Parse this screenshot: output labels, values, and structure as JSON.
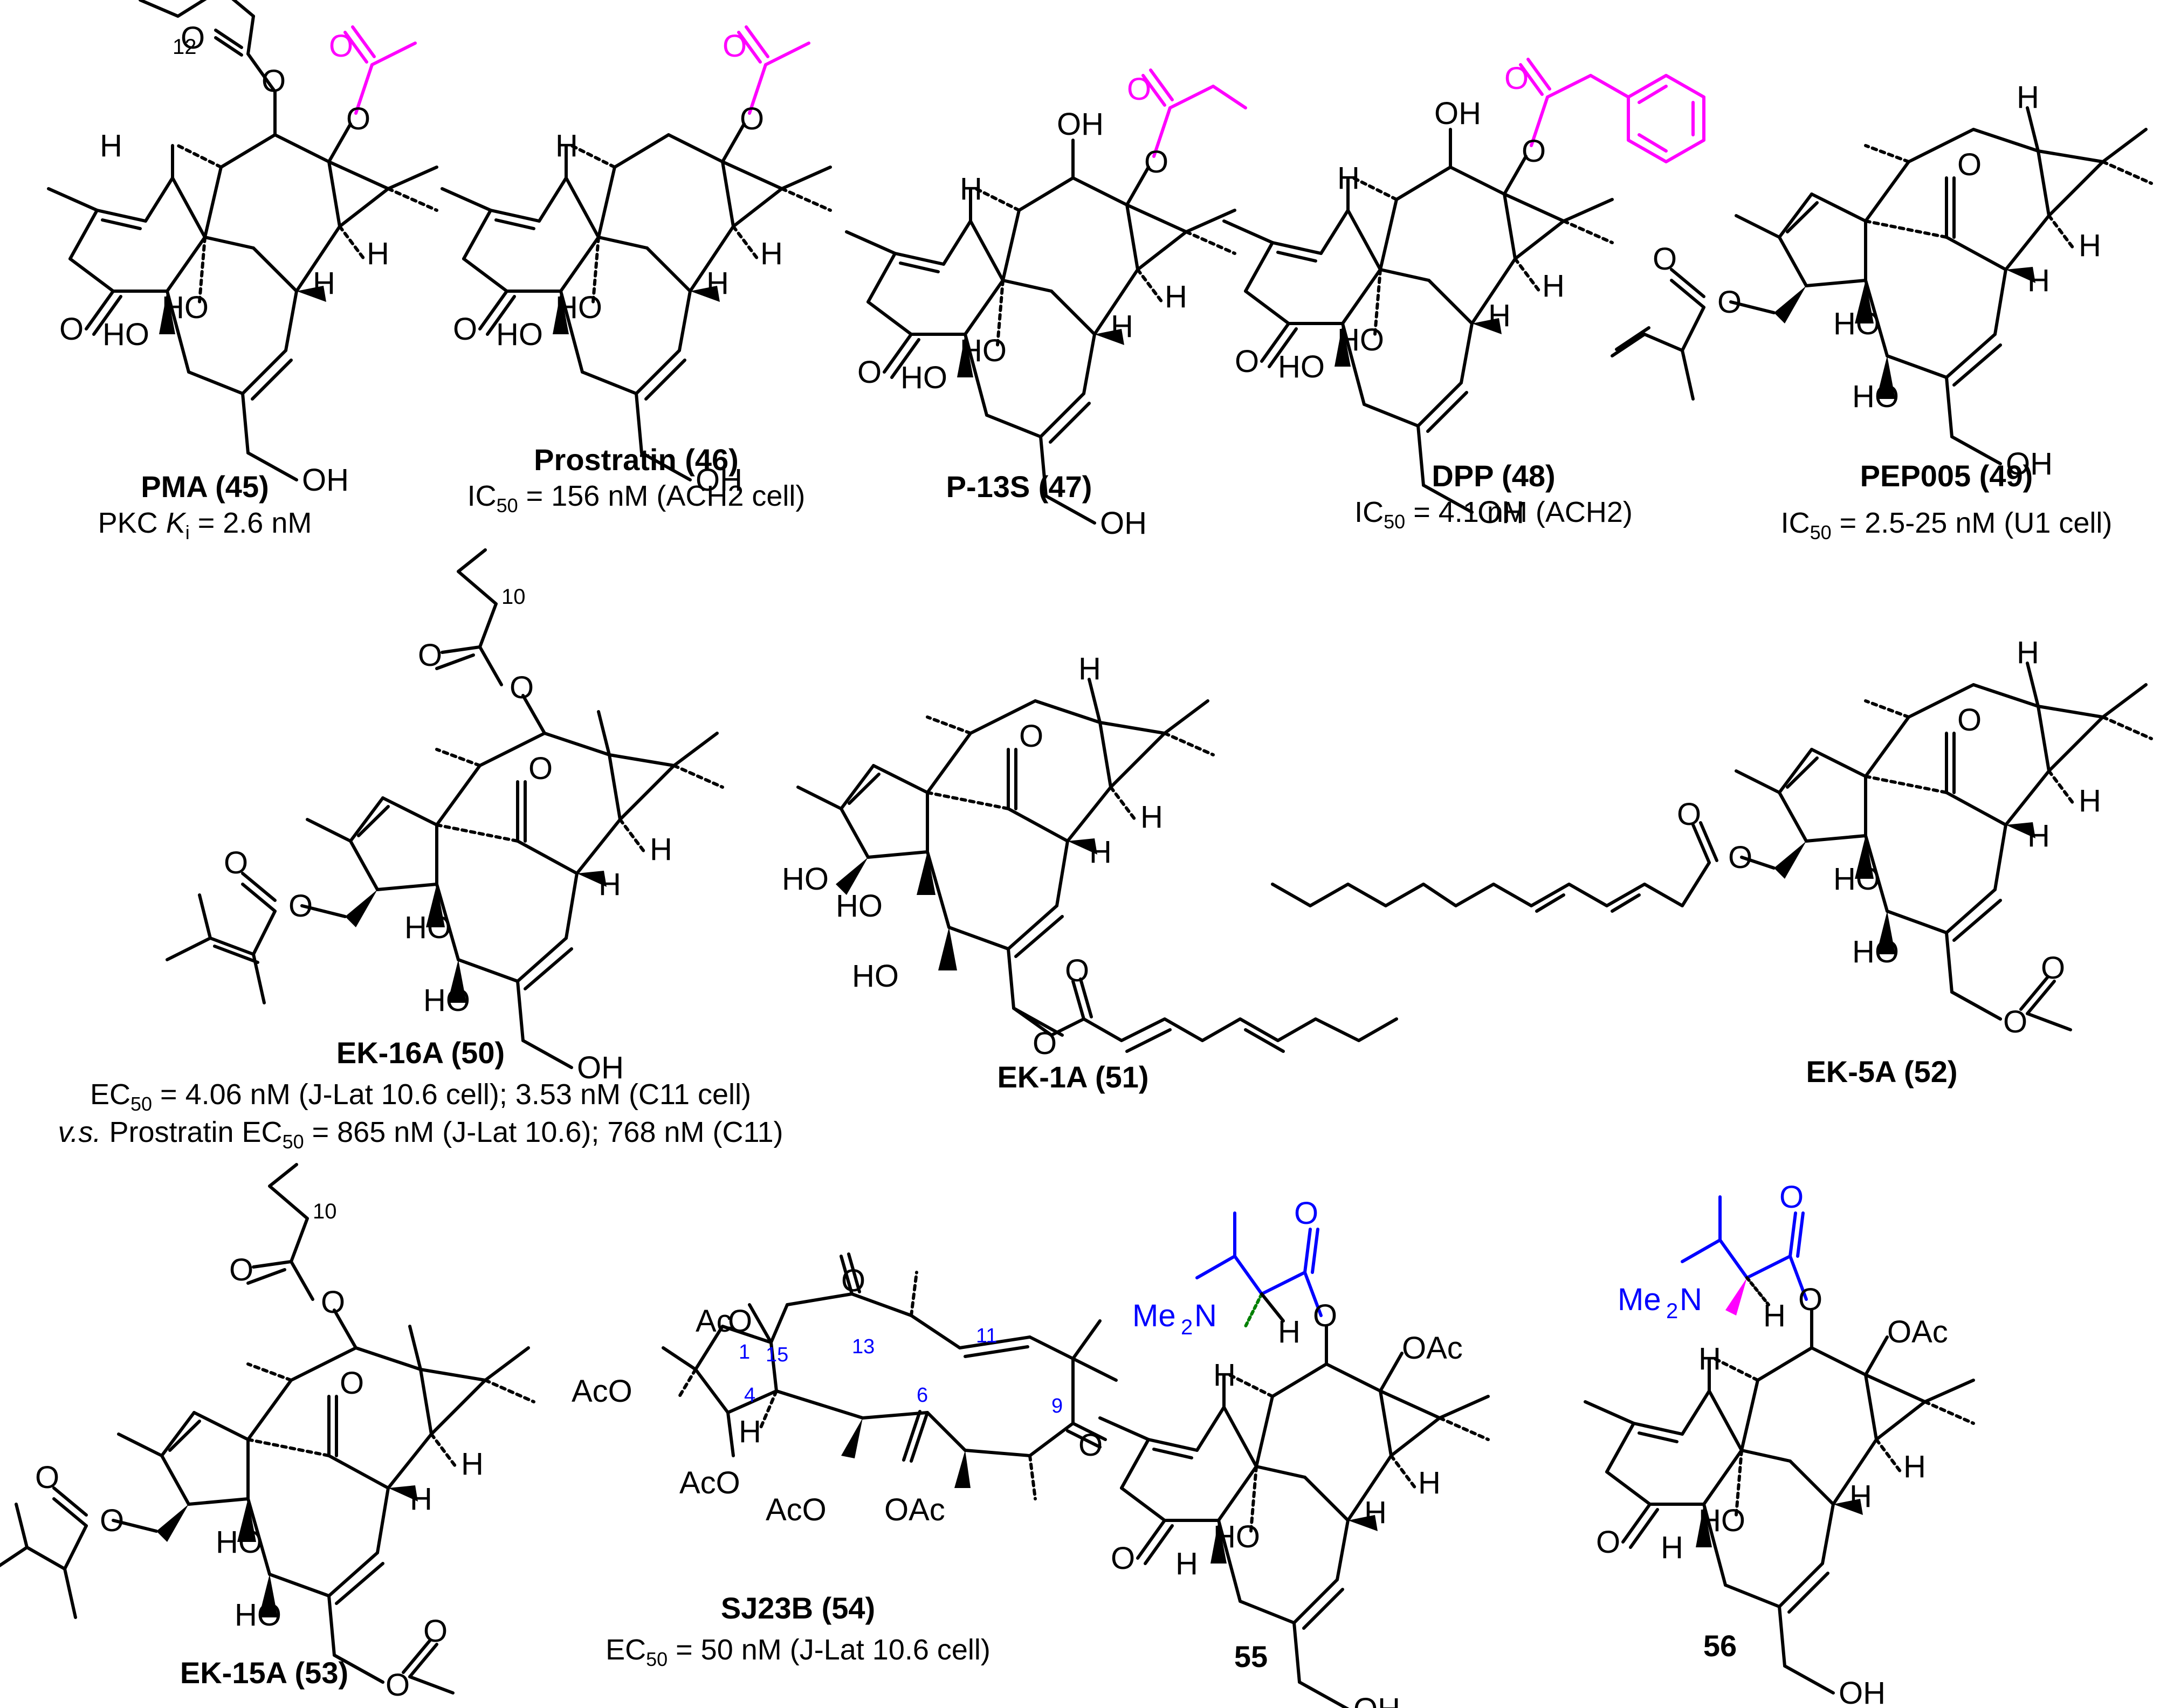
{
  "colors": {
    "ink": "#000000",
    "highlight_magenta": "#ff00ff",
    "highlight_blue": "#0000ff",
    "stereo_green": "#008000"
  },
  "atoms": {
    "O": "O",
    "H": "H",
    "HO": "HO",
    "OH": "OH",
    "OAc": "OAc",
    "AcO": "AcO",
    "Ac": "Ac",
    "Me": "Me",
    "N": "N",
    "sub_12": "12",
    "sub_10": "10",
    "sub_2": "2"
  },
  "locants": {
    "c1": "1",
    "c4": "4",
    "c6": "6",
    "c9": "9",
    "c11": "11",
    "c13": "13",
    "c15": "15"
  },
  "compounds": [
    {
      "name": "PMA (45)",
      "act_pre": "PKC ",
      "act_italic": "K",
      "act_sub": "i",
      "act_post": " = 2.6 nM"
    },
    {
      "name": "Prostratin (46)",
      "act_pre": "IC",
      "act_sub": "50",
      "act_post": " = 156 nM (ACH2 cell)"
    },
    {
      "name": "P-13S (47)"
    },
    {
      "name": "DPP (48)",
      "act_pre": "IC",
      "act_sub": "50",
      "act_post": " = 4.1 nM (ACH2)"
    },
    {
      "name": "PEP005 (49)",
      "act_pre": "IC",
      "act_sub": "50",
      "act_post": " = 2.5-25 nM (U1 cell)"
    },
    {
      "name": "EK-16A (50)",
      "act_pre": "EC",
      "act_sub": "50",
      "act_post": " = 4.06 nM (J-Lat 10.6 cell); 3.53 nM (C11 cell)",
      "act2_italic": "v.s.",
      "act2_pre": " Prostratin EC",
      "act2_sub": "50",
      "act2_post": " = 865 nM (J-Lat 10.6); 768 nM (C11)"
    },
    {
      "name": "EK-1A (51)"
    },
    {
      "name": "EK-5A (52)"
    },
    {
      "name": "EK-15A (53)"
    },
    {
      "name": "SJ23B (54)",
      "act_pre": "EC",
      "act_sub": "50",
      "act_post": " = 50 nM (J-Lat 10.6 cell)"
    },
    {
      "name": "55"
    },
    {
      "name": "56"
    }
  ]
}
